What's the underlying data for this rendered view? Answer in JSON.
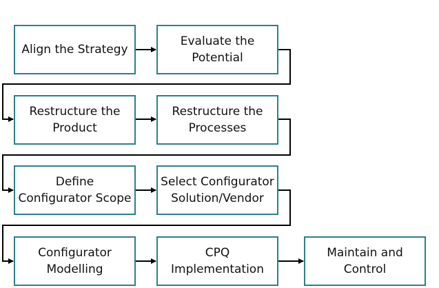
{
  "diagram": {
    "box_border_color": "#2a7f8c",
    "connector_color": "#000000",
    "steps": [
      "Align the Strategy",
      "Evaluate the\nPotential",
      "Restructure the\nProduct",
      "Restructure the\nProcesses",
      "Define\nConfigurator Scope",
      "Select Configurator\nSolution/Vendor",
      "Configurator\nModelling",
      "CPQ\nImplementation",
      "Maintain and\nControl"
    ]
  }
}
